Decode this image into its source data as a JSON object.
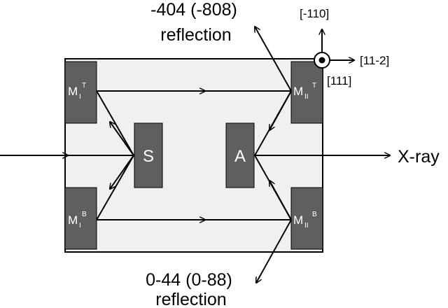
{
  "colors": {
    "crystal_block": "#f0f0f0",
    "element_fill": "#5f5f5f",
    "element_text": "#ffffff",
    "beam": "#000000",
    "background": "#ffffff"
  },
  "reflection_top": {
    "line1": "-404 (-808)",
    "line2": "reflection"
  },
  "reflection_bottom": {
    "line1": "0-44 (0-88)",
    "line2": "reflection"
  },
  "axes": {
    "up": "[-110]",
    "right": "[11-2]",
    "out": "[111]",
    "out_symbol": "dot-in-circle-icon"
  },
  "beam_label": "X-ray",
  "elements": {
    "sample": "S",
    "analyzer": "A"
  },
  "mirrors": {
    "m1_top": {
      "main": "M",
      "sub": "I",
      "sup": "T"
    },
    "m2_top": {
      "main": "M",
      "sub": "II",
      "sup": "T"
    },
    "m1_bottom": {
      "main": "M",
      "sub": "I",
      "sup": "B"
    },
    "m2_bottom": {
      "main": "M",
      "sub": "II",
      "sup": "B"
    }
  }
}
